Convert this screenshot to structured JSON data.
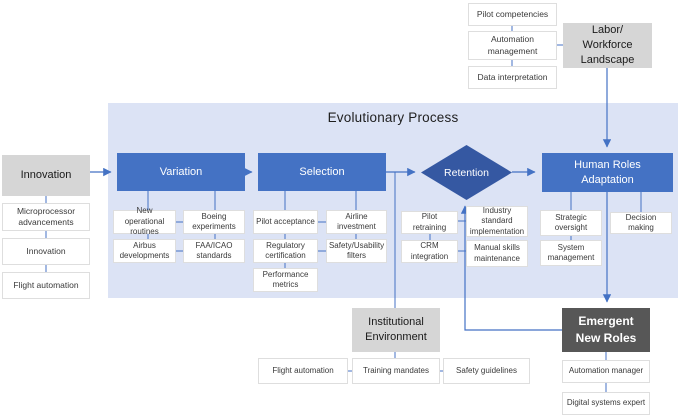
{
  "diagram": {
    "process_title": "Evolutionary Process",
    "nodes": {
      "innovation": "Innovation",
      "variation": "Variation",
      "selection": "Selection",
      "retention": "Retention",
      "human_roles": "Human Roles Adaptation",
      "labor": "Labor/ Workforce Landscape",
      "institutional": "Institutional Environment",
      "emergent": "Emergent New Roles"
    },
    "innovation_children": [
      "Microprocessor advancements",
      "Innovation",
      "Flight automation"
    ],
    "labor_children": [
      "Pilot competencies",
      "Automation management",
      "Data interpretation"
    ],
    "variation_children": [
      "New operational routines",
      "Boeing experiments",
      "Airbus developments",
      "FAA/ICAO standards"
    ],
    "selection_children": [
      "Pilot acceptance",
      "Airline investment",
      "Regulatory certification",
      "Safety/Usability filters",
      "Performance metrics"
    ],
    "retention_children": [
      "Pilot retraining",
      "Industry standard implementation",
      "CRM integration",
      "Manual skills maintenance"
    ],
    "human_roles_children": [
      "Strategic oversight",
      "Decision making",
      "System management"
    ],
    "institutional_children": [
      "Flight automation",
      "Training mandates",
      "Safety guidelines"
    ],
    "emergent_children": [
      "Automation manager",
      "Digital systems expert"
    ]
  },
  "colors": {
    "accent_blue": "#4472C4",
    "diamond_blue": "#3558A2",
    "process_background": "#DCE3F5",
    "gray_box": "#D6D6D6",
    "dark_box": "#575757",
    "connector_blue": "#4472C4"
  }
}
